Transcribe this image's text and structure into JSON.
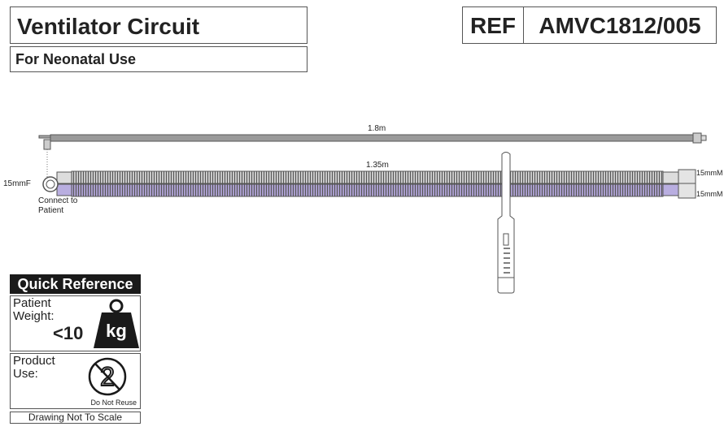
{
  "header": {
    "title": "Ventilator Circuit",
    "subtitle": "For Neonatal Use",
    "ref_label": "REF",
    "ref_code": "AMVC1812/005"
  },
  "diagram": {
    "line_length": "1.8m",
    "tube_length": "1.35m",
    "patient_connector": "15mmF",
    "patient_label_1": "Connect to",
    "patient_label_2": "Patient",
    "machine_connector_top": "15mmM",
    "machine_connector_bottom": "15mmM",
    "colors": {
      "tube_top": "#bdbdbd",
      "tube_bottom": "#a89cc8",
      "line": "#9a9a9a"
    }
  },
  "quick_reference": {
    "title": "Quick Reference",
    "weight_label_1": "Patient",
    "weight_label_2": "Weight:",
    "weight_value": "<10",
    "weight_unit": "kg",
    "use_label_1": "Product",
    "use_label_2": "Use:",
    "use_value": "Do Not Reuse",
    "footer": "Drawing Not To Scale"
  }
}
